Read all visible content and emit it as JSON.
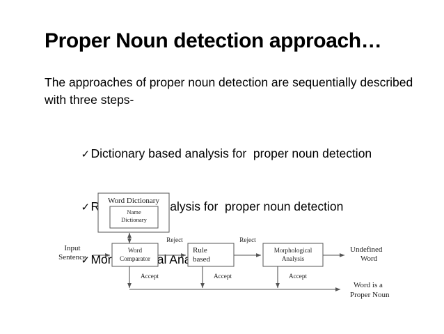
{
  "slide": {
    "title": "Proper Noun detection approach…",
    "body": "The approaches of proper noun detection are sequentially described  with three steps-",
    "bullet_marker": "✓",
    "bullets": [
      "Dictionary based analysis for  proper noun detection",
      "Rule-based analysis for  proper noun detection",
      "Morphological Analysis"
    ]
  },
  "diagram": {
    "type": "flowchart",
    "inputs": [
      {
        "id": "input-sentence",
        "line1": "Input",
        "line2": "Sentence"
      }
    ],
    "outputs": [
      {
        "id": "undefined-word",
        "line1": "Undefined",
        "line2": "Word"
      },
      {
        "id": "proper-noun",
        "line1": "Word is a",
        "line2": "Proper Noun"
      }
    ],
    "boxes": [
      {
        "id": "word-dictionary",
        "line1": "Word Dictionary",
        "line2": ""
      },
      {
        "id": "name-dictionary",
        "line1": "Name",
        "line2": "Dictionary"
      },
      {
        "id": "word-comparator",
        "line1": "Word",
        "line2": "Comparator"
      },
      {
        "id": "rule-based",
        "line1": "Rule",
        "line2": "based"
      },
      {
        "id": "morphological-analysis",
        "line1": "Morphological",
        "line2": "Analysis"
      }
    ],
    "edge_labels": {
      "reject_1": "Reject",
      "reject_2": "Reject",
      "accept_1": "Accept",
      "accept_2": "Accept",
      "accept_3": "Accept"
    },
    "colors": {
      "stroke": "#555555",
      "text": "#1a1a1a",
      "background": "#ffffff"
    }
  }
}
